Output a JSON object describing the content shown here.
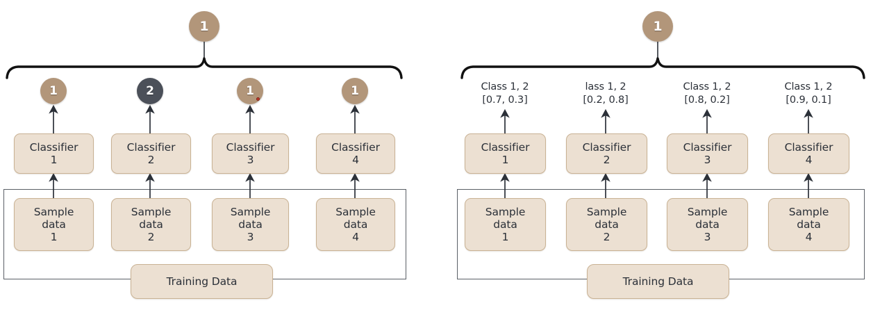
{
  "figure": {
    "background": "#ffffff",
    "colors": {
      "box_fill": "#ece0d2",
      "box_border": "#c9b294",
      "circle_tan": "#b2967a",
      "circle_dark": "#4b5059",
      "rect_border": "#5a5f66",
      "text": "#2b3038",
      "brace": "#111111",
      "cursor_dot": "#c0392b"
    }
  },
  "panels": [
    {
      "id": "left",
      "name": "majority-voting-panel",
      "final_prediction": {
        "label": "1",
        "style": "tan"
      },
      "predictions": [
        {
          "label": "1",
          "style": "tan"
        },
        {
          "label": "2",
          "style": "dark"
        },
        {
          "label": "1",
          "style": "tan"
        },
        {
          "label": "1",
          "style": "tan"
        }
      ],
      "classifiers": [
        {
          "line1": "Classifier",
          "line2": "1"
        },
        {
          "line1": "Classifier",
          "line2": "2"
        },
        {
          "line1": "Classifier",
          "line2": "3"
        },
        {
          "line1": "Classifier",
          "line2": "4"
        }
      ],
      "samples": [
        {
          "line1": "Sample",
          "line2": "data",
          "line3": "1"
        },
        {
          "line1": "Sample",
          "line2": "data",
          "line3": "2"
        },
        {
          "line1": "Sample",
          "line2": "data",
          "line3": "3"
        },
        {
          "line1": "Sample",
          "line2": "data",
          "line3": "4"
        }
      ],
      "training_data_label": "Training Data"
    },
    {
      "id": "right",
      "name": "soft-voting-panel",
      "final_prediction": {
        "label": "1",
        "style": "tan"
      },
      "predictions": [
        {
          "classes": "Class 1, 2",
          "probabilities": "[0.7, 0.3]"
        },
        {
          "classes": "lass 1, 2",
          "probabilities": "[0.2, 0.8]"
        },
        {
          "classes": "Class 1, 2",
          "probabilities": "[0.8, 0.2]"
        },
        {
          "classes": "Class 1, 2",
          "probabilities": "[0.9, 0.1]"
        }
      ],
      "classifiers": [
        {
          "line1": "Classifier",
          "line2": "1"
        },
        {
          "line1": "Classifier",
          "line2": "2"
        },
        {
          "line1": "Classifier",
          "line2": "3"
        },
        {
          "line1": "Classifier",
          "line2": "4"
        }
      ],
      "samples": [
        {
          "line1": "Sample",
          "line2": "data",
          "line3": "1"
        },
        {
          "line1": "Sample",
          "line2": "data",
          "line3": "2"
        },
        {
          "line1": "Sample",
          "line2": "data",
          "line3": "3"
        },
        {
          "line1": "Sample",
          "line2": "data",
          "line3": "4"
        }
      ],
      "training_data_label": "Training Data"
    }
  ]
}
